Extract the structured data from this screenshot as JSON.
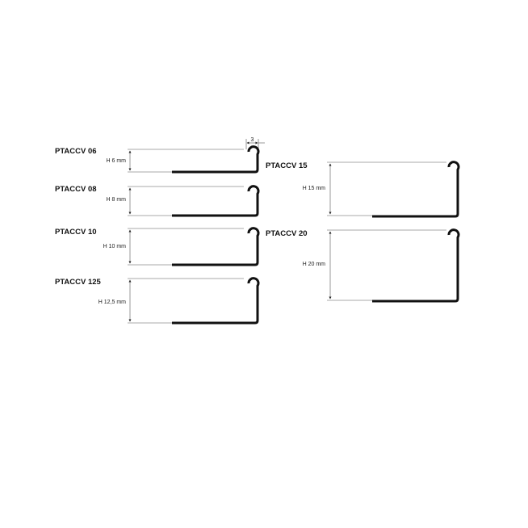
{
  "colors": {
    "profile": "#111111",
    "guide": "#555555",
    "text": "#111111"
  },
  "hem_width": {
    "label": "3"
  },
  "profiles": [
    {
      "name": "PTACCV 06",
      "height_label": "H 6 mm",
      "height_mm": 6
    },
    {
      "name": "PTACCV 08",
      "height_label": "H 8 mm",
      "height_mm": 8
    },
    {
      "name": "PTACCV 10",
      "height_label": "H 10 mm",
      "height_mm": 10
    },
    {
      "name": "PTACCV 125",
      "height_label": "H 12,5 mm",
      "height_mm": 12.5
    },
    {
      "name": "PTACCV 15",
      "height_label": "H 15 mm",
      "height_mm": 15
    },
    {
      "name": "PTACCV 20",
      "height_label": "H 20 mm",
      "height_mm": 20
    }
  ]
}
